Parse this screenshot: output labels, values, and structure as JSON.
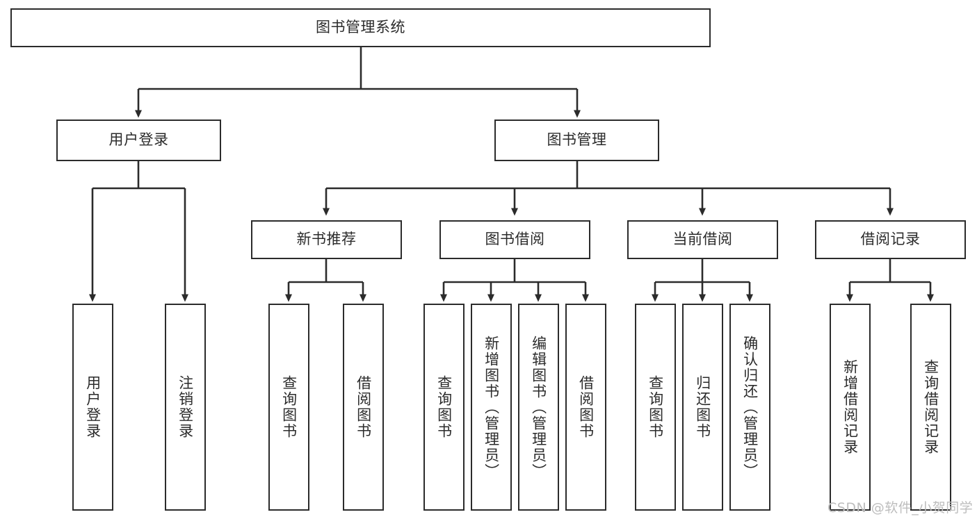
{
  "diagram": {
    "title": "图书管理系统",
    "type": "hierarchy-tree",
    "levels": [
      {
        "level": 1,
        "nodes": [
          {
            "id": "root",
            "label": "图书管理系统",
            "orientation": "horizontal"
          }
        ]
      },
      {
        "level": 2,
        "nodes": [
          {
            "id": "login",
            "label": "用户登录",
            "orientation": "horizontal",
            "parent": "root"
          },
          {
            "id": "bookmgmt",
            "label": "图书管理",
            "orientation": "horizontal",
            "parent": "root"
          }
        ]
      },
      {
        "level": 3,
        "nodes": [
          {
            "id": "newbook",
            "label": "新书推荐",
            "orientation": "horizontal",
            "parent": "bookmgmt"
          },
          {
            "id": "borrow",
            "label": "图书借阅",
            "orientation": "horizontal",
            "parent": "bookmgmt"
          },
          {
            "id": "current",
            "label": "当前借阅",
            "orientation": "horizontal",
            "parent": "bookmgmt"
          },
          {
            "id": "records",
            "label": "借阅记录",
            "orientation": "horizontal",
            "parent": "bookmgmt"
          }
        ]
      },
      {
        "level": 4,
        "nodes": [
          {
            "id": "leaf1",
            "label": "用户登录",
            "orientation": "vertical",
            "parent": "login"
          },
          {
            "id": "leaf2",
            "label": "注销登录",
            "orientation": "vertical",
            "parent": "login"
          },
          {
            "id": "leaf3",
            "label": "查询图书",
            "orientation": "vertical",
            "parent": "newbook"
          },
          {
            "id": "leaf4",
            "label": "借阅图书",
            "orientation": "vertical",
            "parent": "newbook"
          },
          {
            "id": "leaf5",
            "label": "查询图书",
            "orientation": "vertical",
            "parent": "borrow"
          },
          {
            "id": "leaf6",
            "label": "新增图书（管理员）",
            "orientation": "vertical",
            "parent": "borrow"
          },
          {
            "id": "leaf7",
            "label": "编辑图书（管理员）",
            "orientation": "vertical",
            "parent": "borrow"
          },
          {
            "id": "leaf8",
            "label": "借阅图书",
            "orientation": "vertical",
            "parent": "borrow"
          },
          {
            "id": "leaf9",
            "label": "查询图书",
            "orientation": "vertical",
            "parent": "current"
          },
          {
            "id": "leaf10",
            "label": "归还图书",
            "orientation": "vertical",
            "parent": "current"
          },
          {
            "id": "leaf11",
            "label": "确认归还（管理员）",
            "orientation": "vertical",
            "parent": "current"
          },
          {
            "id": "leaf12",
            "label": "新增借阅记录",
            "orientation": "vertical",
            "parent": "records"
          },
          {
            "id": "leaf13",
            "label": "查询借阅记录",
            "orientation": "vertical",
            "parent": "records"
          }
        ]
      }
    ],
    "colors": {
      "stroke": "#2b2b2b",
      "fill": "#ffffff",
      "text": "#2b2b2b",
      "watermark": "#bdbdbd"
    }
  },
  "watermark": {
    "text": "CSDN @软件_小贺同学"
  }
}
